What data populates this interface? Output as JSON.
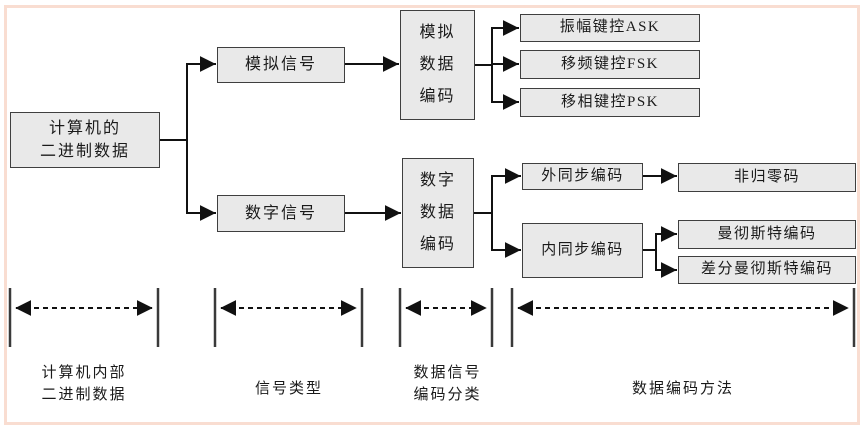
{
  "nodes": {
    "binary_data": {
      "line1": "计算机的",
      "line2": "二进制数据"
    },
    "analog_signal": {
      "label": "模拟信号"
    },
    "digital_signal": {
      "label": "数字信号"
    },
    "analog_data_encoding": {
      "line1": "模拟",
      "line2": "数据",
      "line3": "编码"
    },
    "digital_data_encoding": {
      "line1": "数字",
      "line2": "数据",
      "line3": "编码"
    },
    "ask": {
      "label": "振幅键控ASK"
    },
    "fsk": {
      "label": "移频键控FSK"
    },
    "psk": {
      "label": "移相键控PSK"
    },
    "external_sync": {
      "label": "外同步编码"
    },
    "internal_sync": {
      "label": "内同步编码"
    },
    "nrz": {
      "label": "非归零码"
    },
    "manchester": {
      "label": "曼彻斯特编码"
    },
    "diff_manchester": {
      "label": "差分曼彻斯特编码"
    }
  },
  "bottom_labels": {
    "section1": {
      "line1": "计算机内部",
      "line2": "二进制数据"
    },
    "section2": {
      "label": "信号类型"
    },
    "section3": {
      "line1": "数据信号",
      "line2": "编码分类"
    },
    "section4": {
      "label": "数据编码方法"
    }
  },
  "colors": {
    "box_fill": "#e9e9e9",
    "box_border": "#3f3f3f",
    "connector": "#111111",
    "frame_border": "#f9ddd1",
    "bar": "#3a3a3a",
    "text": "#1a1a1a",
    "background": "#ffffff"
  }
}
